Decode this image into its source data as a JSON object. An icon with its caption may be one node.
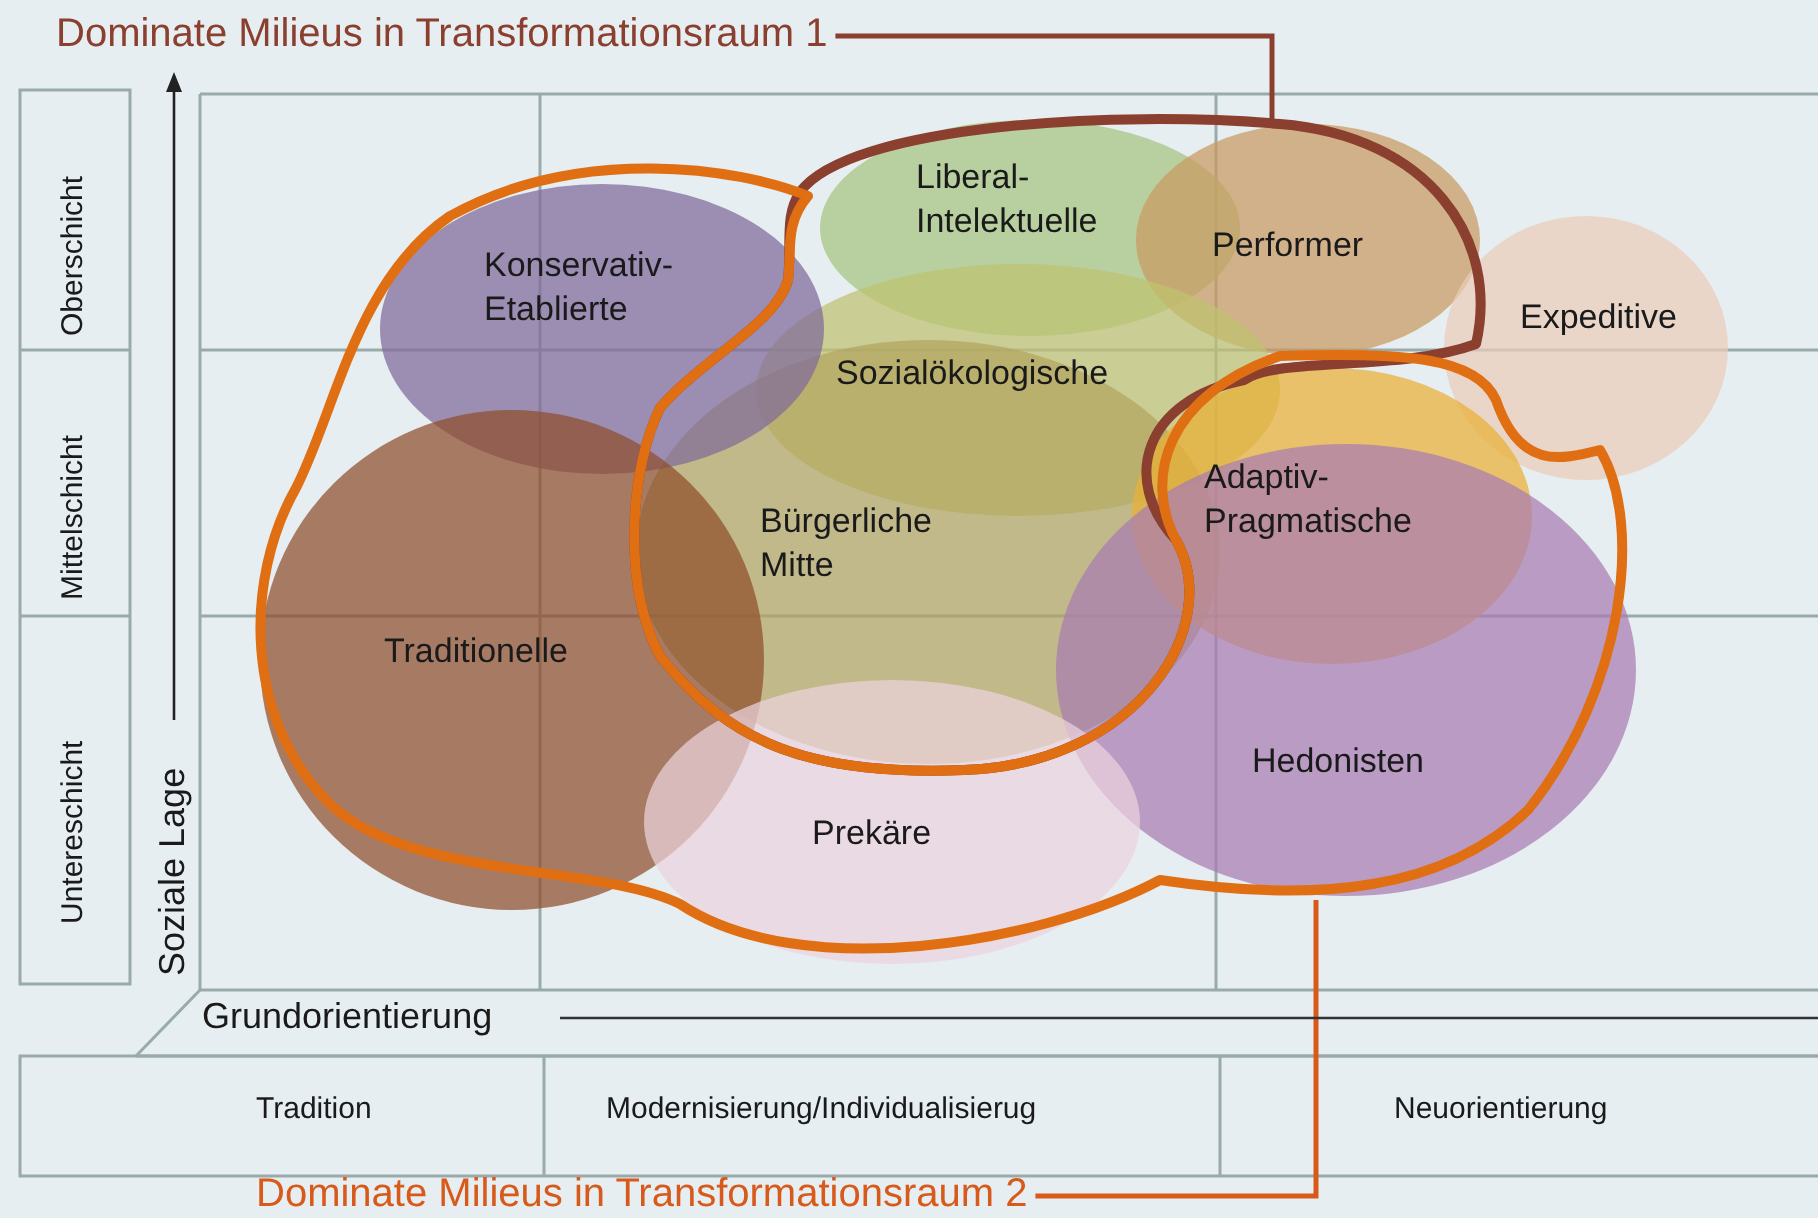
{
  "diagram": {
    "nodes": [
      {
        "text": [
          "Dominate Milieus in Transformationsraum 1"
        ]
      },
      {
        "text": [],
        "shape": "blob"
      },
      {
        "text": [
          "Liberal-Intelektuelle"
        ],
        "in": 1
      },
      {
        "text": [
          "Performer"
        ],
        "in": 1
      },
      {
        "text": [
          "Konservativ-Etablierte"
        ],
        "in": 12
      },
      {
        "text": [
          "Expeditive"
        ]
      },
      {
        "text": [
          "Sozialökologische"
        ],
        "in": 1
      },
      {
        "text": [
          "Adaptiv-Pragmatische"
        ],
        "in": 12
      },
      {
        "text": [
          "Bürgerliche Mitte"
        ],
        "in": 1
      },
      {
        "text": [
          "Traditionelle"
        ],
        "in": 12
      },
      {
        "text": [
          "Hedonisten"
        ],
        "in": 12
      },
      {
        "text": [
          "Prekäre"
        ],
        "in": 12
      },
      {
        "text": [],
        "shape": "blob"
      },
      {
        "text": [
          "Dominate Milieus in Transformationsraum 2"
        ]
      }
    ],
    "edges": [
      {
        "from": 0,
        "to": 1,
        "arrow": "none",
        "color": "#8b3f2e"
      },
      {
        "from": 13,
        "to": 12,
        "arrow": "none",
        "color": "#d85a1a"
      }
    ],
    "labels": [
      "Oberschicht",
      "Mittelschicht",
      "Untereschicht",
      "Soziale Lage",
      "Grundorientierung",
      "Tradition",
      "Modernisierung/Individualisierug",
      "Neuorientierung"
    ]
  }
}
